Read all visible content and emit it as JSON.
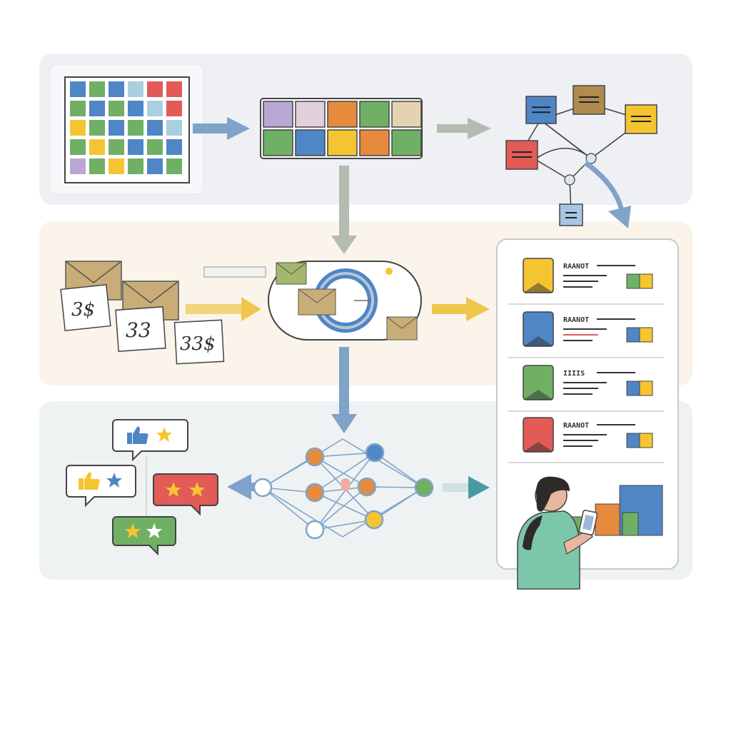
{
  "colors": {
    "band_top": "#eef0f3",
    "band_middle": "#fbf4ea",
    "band_bottom": "#eef2f3",
    "blue": "#4f86c6",
    "yellow": "#f5c531",
    "green": "#6fb065",
    "red": "#e25b57",
    "orange": "#e68a3e",
    "purple": "#b9a7d4",
    "pink": "#e2cfdc",
    "tan": "#e3d3b0",
    "envelope": "#c8ad78",
    "arrow_blue": "#7fa3c9",
    "arrow_yellow": "#efc64b",
    "arrow_gray": "#b4bcb2",
    "arrow_teal": "#4a9aa6",
    "stroke": "#3b3f45",
    "skin": "#e8b7a0",
    "hair": "#2e2a2a",
    "shirt": "#7cc7a9"
  },
  "money_notes": [
    {
      "label": "3$"
    },
    {
      "label": "33"
    },
    {
      "label": "33$"
    }
  ],
  "results": {
    "items": [
      {
        "title": "RAANOT",
        "color": "yellow"
      },
      {
        "title": "RAANOT",
        "color": "blue"
      },
      {
        "title": "IIIIS",
        "color": "green"
      },
      {
        "title": "RAANOT",
        "color": "red"
      }
    ]
  },
  "icons": {
    "grid": "color-grid-icon",
    "table": "data-table-icon",
    "graph": "knowledge-graph-icon",
    "envelope": "envelope-icon",
    "cycle": "processing-cycle-icon",
    "network": "neural-network-icon",
    "thumbs": "thumbs-up-icon",
    "star": "star-icon",
    "person": "person-with-phone-icon"
  }
}
